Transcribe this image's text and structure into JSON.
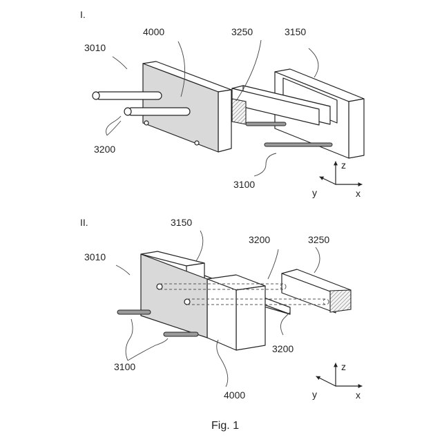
{
  "figure_caption": "Fig. 1",
  "view_top": {
    "label": "I.",
    "refs": {
      "r3010": "3010",
      "r4000": "4000",
      "r3250": "3250",
      "r3150": "3150",
      "r3200": "3200",
      "r3100": "3100"
    },
    "axes": {
      "x": "x",
      "y": "y",
      "z": "z"
    }
  },
  "view_bottom": {
    "label": "II.",
    "refs": {
      "r3010": "3010",
      "r3150": "3150",
      "r3200_top": "3200",
      "r3250": "3250",
      "r3200_bottom": "3200",
      "r3100": "3100",
      "r4000": "4000"
    },
    "axes": {
      "x": "x",
      "y": "y",
      "z": "z"
    }
  }
}
